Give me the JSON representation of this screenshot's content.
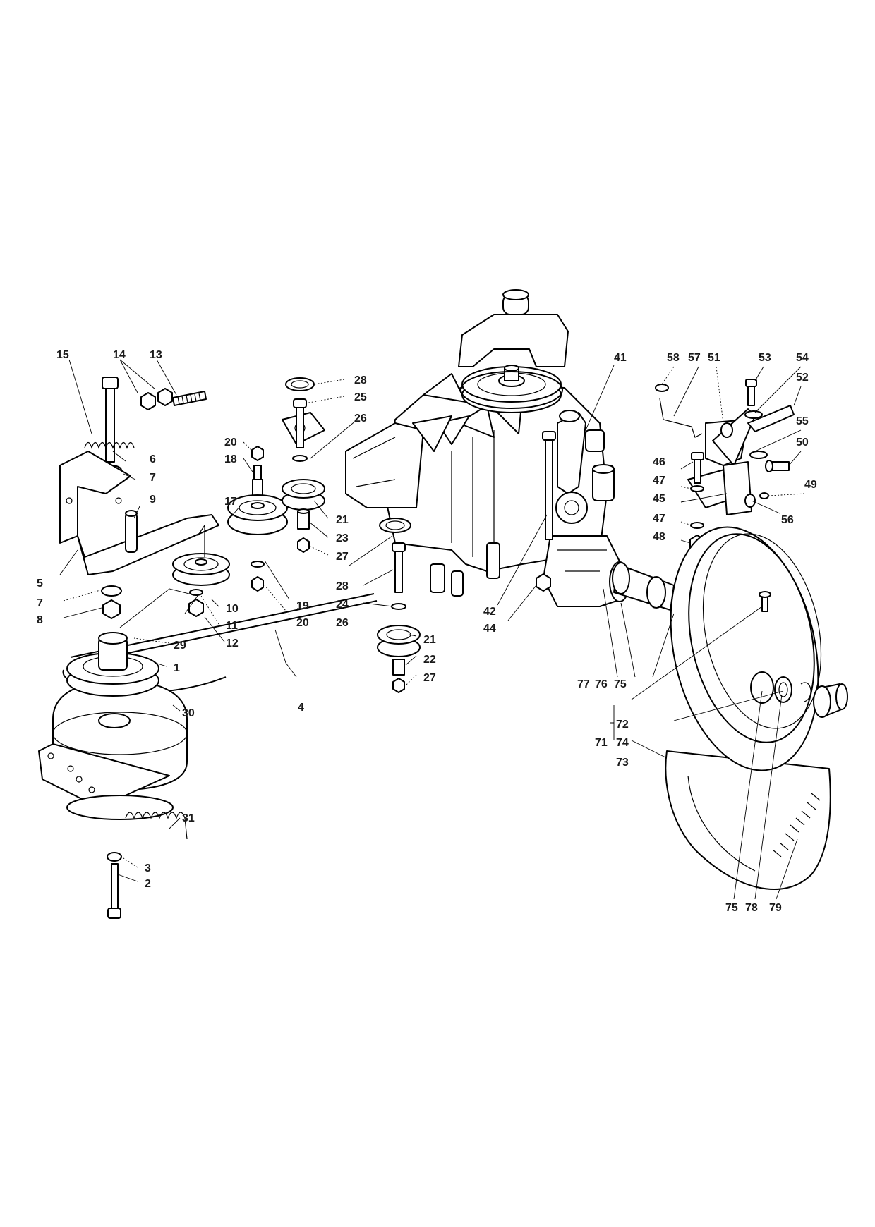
{
  "callouts": [
    {
      "id": "c15",
      "text": "15"
    },
    {
      "id": "c14",
      "text": "14"
    },
    {
      "id": "c13",
      "text": "13"
    },
    {
      "id": "c6",
      "text": "6"
    },
    {
      "id": "c7a",
      "text": "7"
    },
    {
      "id": "c9",
      "text": "9"
    },
    {
      "id": "c5",
      "text": "5"
    },
    {
      "id": "c7b",
      "text": "7"
    },
    {
      "id": "c8",
      "text": "8"
    },
    {
      "id": "c10",
      "text": "10"
    },
    {
      "id": "c11",
      "text": "11"
    },
    {
      "id": "c12",
      "text": "12"
    },
    {
      "id": "c29",
      "text": "29"
    },
    {
      "id": "c1",
      "text": "1"
    },
    {
      "id": "c4",
      "text": "4"
    },
    {
      "id": "c30",
      "text": "30"
    },
    {
      "id": "c31",
      "text": "31"
    },
    {
      "id": "c3",
      "text": "3"
    },
    {
      "id": "c2",
      "text": "2"
    },
    {
      "id": "c20a",
      "text": "20"
    },
    {
      "id": "c18",
      "text": "18"
    },
    {
      "id": "c17",
      "text": "17"
    },
    {
      "id": "c19",
      "text": "19"
    },
    {
      "id": "c20b",
      "text": "20"
    },
    {
      "id": "c28a",
      "text": "28"
    },
    {
      "id": "c25",
      "text": "25"
    },
    {
      "id": "c26a",
      "text": "26"
    },
    {
      "id": "c21a",
      "text": "21"
    },
    {
      "id": "c23",
      "text": "23"
    },
    {
      "id": "c27a",
      "text": "27"
    },
    {
      "id": "c28b",
      "text": "28"
    },
    {
      "id": "c24",
      "text": "24"
    },
    {
      "id": "c26b",
      "text": "26"
    },
    {
      "id": "c21b",
      "text": "21"
    },
    {
      "id": "c22",
      "text": "22"
    },
    {
      "id": "c27b",
      "text": "27"
    },
    {
      "id": "c41",
      "text": "41"
    },
    {
      "id": "c42",
      "text": "42"
    },
    {
      "id": "c44",
      "text": "44"
    },
    {
      "id": "c58",
      "text": "58"
    },
    {
      "id": "c57",
      "text": "57"
    },
    {
      "id": "c51",
      "text": "51"
    },
    {
      "id": "c53",
      "text": "53"
    },
    {
      "id": "c54",
      "text": "54"
    },
    {
      "id": "c52",
      "text": "52"
    },
    {
      "id": "c55",
      "text": "55"
    },
    {
      "id": "c50",
      "text": "50"
    },
    {
      "id": "c46",
      "text": "46"
    },
    {
      "id": "c47a",
      "text": "47"
    },
    {
      "id": "c45",
      "text": "45"
    },
    {
      "id": "c49",
      "text": "49"
    },
    {
      "id": "c47b",
      "text": "47"
    },
    {
      "id": "c56",
      "text": "56"
    },
    {
      "id": "c48",
      "text": "48"
    },
    {
      "id": "c77",
      "text": "77"
    },
    {
      "id": "c76",
      "text": "76"
    },
    {
      "id": "c75a",
      "text": "75"
    },
    {
      "id": "c72",
      "text": "72"
    },
    {
      "id": "c71",
      "text": "71"
    },
    {
      "id": "c74",
      "text": "74"
    },
    {
      "id": "c73",
      "text": "73"
    },
    {
      "id": "c75b",
      "text": "75"
    },
    {
      "id": "c78",
      "text": "78"
    },
    {
      "id": "c79",
      "text": "79"
    }
  ]
}
